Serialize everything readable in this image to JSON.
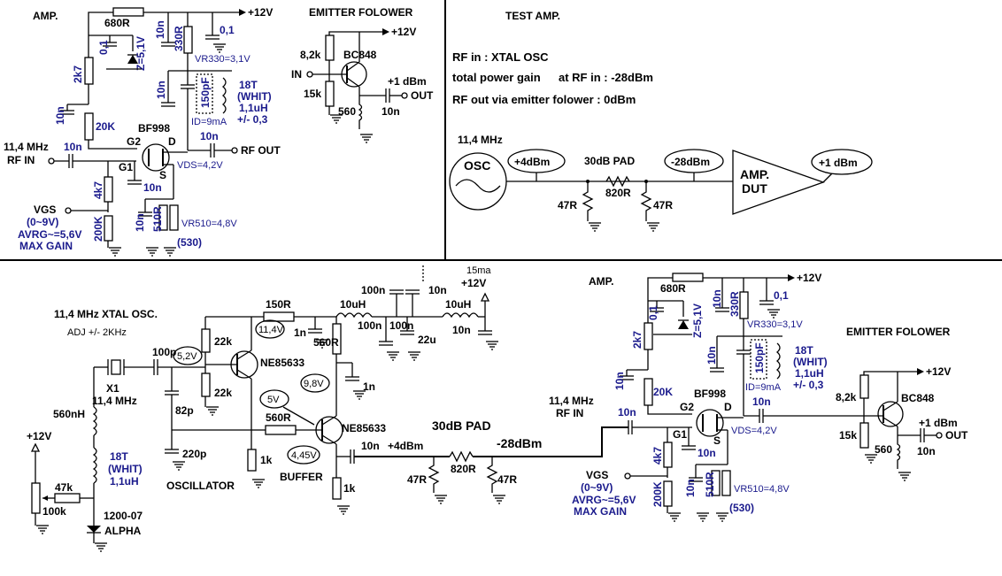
{
  "amp_top": {
    "title": "AMP.",
    "r_top": "680R",
    "supply": "+12V",
    "c_top1": "10n",
    "r_330": "330R",
    "c_top2": "0,1",
    "c_01": "0,1",
    "zener": "Z=5,1V",
    "vr330": "VR330=3,1V",
    "coil": [
      "18T",
      "(WHIT)",
      "1,1uH",
      "+/- 0,3"
    ],
    "r_2k7": "2k7",
    "c_10n_a": "10n",
    "c_150p": "150pF",
    "c_10n_b": "10n",
    "r_20k": "20K",
    "fet": "BF998",
    "id": "ID=9mA",
    "c_10n_out": "10n",
    "rf_out": "RF OUT",
    "rf_in": [
      "11,4 MHz",
      "RF IN"
    ],
    "c_10n_in": "10n",
    "g2": "G2",
    "g1": "G1",
    "d": "D",
    "s": "S",
    "vds": "VDS=4,2V",
    "c_10n_g1": "10n",
    "r_4k7": "4k7",
    "vgs": [
      "VGS",
      "(0~9V)"
    ],
    "avrg": [
      "AVRG~=5,6V",
      "MAX GAIN"
    ],
    "r_200k": "200K",
    "c_10n_s": "10n",
    "r_510": "510R",
    "vr510": "VR510=4,8V",
    "r_530": "(530)"
  },
  "ef_top": {
    "title": "EMITTER FOLOWER",
    "supply": "+12V",
    "r_82k": "8,2k",
    "transistor": "BC848",
    "input": "IN",
    "r_15k": "15k",
    "level": "+1 dBm",
    "output": "OUT",
    "r_560": "560",
    "c_10n": "10n"
  },
  "test": {
    "title": "TEST AMP.",
    "line1": "RF in : XTAL OSC",
    "line2_a": "total power gain",
    "line2_b": "at RF in :  -28dBm",
    "line3": "RF out via emitter folower  :  0dBm",
    "freq": "11,4 MHz",
    "osc": "OSC",
    "level_osc": "+4dBm",
    "pad": "30dB PAD",
    "level_pad": "-28dBm",
    "r_a": "47R",
    "r_b": "820R",
    "r_c": "47R",
    "dut": [
      "AMP.",
      "DUT"
    ],
    "level_out": "+1 dBm"
  },
  "osc": {
    "title": [
      "11,4 MHz  XTAL OSC.",
      "ADJ +/- 2KHz"
    ],
    "r_150": "150R",
    "l_10uh_a": "10uH",
    "l_10uh_b": "10uH",
    "c_100n_a": "100n",
    "c_10n_a": "10n",
    "c_100n_b": "100n",
    "c_100n_c": "100n",
    "c_22u": "22u",
    "c_10n_b": "10n",
    "current": "15ma",
    "supply": "+12V",
    "c_100p": "100p",
    "v_52": "5,2V",
    "r_22k_a": "22k",
    "v_114": "11,4V",
    "c_1n_a": "1n",
    "r_560r_a": "560R",
    "tr1": "NE85633",
    "x1": [
      "X1",
      "11,4 MHz"
    ],
    "r_22k_b": "22k",
    "v_98": "9,8V",
    "c_1n_b": "1n",
    "l_560nh": "560nH",
    "c_82p": "82p",
    "v_5": "5V",
    "r_560r_b": "560R",
    "tr2": "NE85633",
    "supply2": "+12V",
    "coil": [
      "18T",
      "(WHIT)",
      "1,1uH"
    ],
    "v_445": "4,45V",
    "c_10n_c": "10n",
    "c_220p": "220p",
    "r_1k_a": "1k",
    "r_1k_b": "1k",
    "r_47k": "47k",
    "r_100k": "100k",
    "varicap": [
      "1200-07",
      "ALPHA"
    ],
    "label_osc": "OSCILLATOR",
    "label_buf": "BUFFER",
    "level": "+4dBm",
    "pad": "30dB PAD",
    "level_pad": "-28dBm",
    "r_47a": "47R",
    "r_820": "820R",
    "r_47b": "47R"
  },
  "amp_bot": {
    "title": "AMP.",
    "r_top": "680R",
    "supply": "+12V",
    "c_top1": "10n",
    "r_330": "330R",
    "c_top2": "0,1",
    "c_01": "0,1",
    "zener": "Z=5,1V",
    "vr330": "VR330=3,1V",
    "coil": [
      "18T",
      "(WHIT)",
      "1,1uH",
      "+/- 0,3"
    ],
    "r_2k7": "2k7",
    "c_10n_a": "10n",
    "c_150p": "150pF",
    "c_10n_b": "10n",
    "r_20k": "20K",
    "fet": "BF998",
    "id": "ID=9mA",
    "c_10n_out": "10n",
    "rf_in": [
      "11,4 MHz",
      "RF IN"
    ],
    "c_10n_in": "10n",
    "g2": "G2",
    "g1": "G1",
    "d": "D",
    "s": "S",
    "vds": "VDS=4,2V",
    "c_10n_g1": "10n",
    "r_4k7": "4k7",
    "vgs": [
      "VGS",
      "(0~9V)"
    ],
    "avrg": [
      "AVRG~=5,6V",
      "MAX GAIN"
    ],
    "r_200k": "200K",
    "c_10n_s": "10n",
    "r_510": "510R",
    "vr510": "VR510=4,8V",
    "r_530": "(530)"
  },
  "ef_bot": {
    "title": "EMITTER FOLOWER",
    "supply": "+12V",
    "r_82k": "8,2k",
    "transistor": "BC848",
    "r_15k": "15k",
    "level": "+1 dBm",
    "output": "OUT",
    "r_560": "560",
    "c_10n": "10n"
  }
}
